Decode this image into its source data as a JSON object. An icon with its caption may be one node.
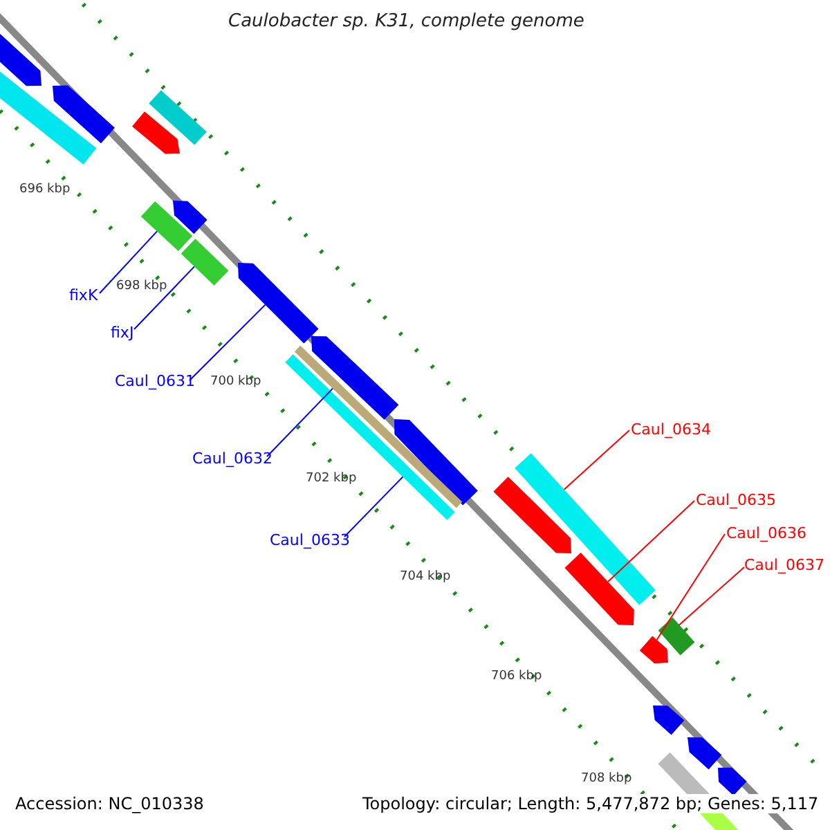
{
  "diagram": {
    "title": "Caulobacter sp. K31, complete genome",
    "nodes": [
      {
        "text": [
          "fixK"
        ]
      },
      {
        "text": [
          "fixJ"
        ]
      },
      {
        "text": [
          "Caul_0631"
        ]
      },
      {
        "text": [
          "Caul_0632"
        ]
      },
      {
        "text": [
          "Caul_0633"
        ]
      },
      {
        "text": [
          "Caul_0634"
        ]
      },
      {
        "text": [
          "Caul_0635"
        ]
      },
      {
        "text": [
          "Caul_0636"
        ]
      },
      {
        "text": [
          "Caul_0637"
        ]
      },
      {
        "text": [],
        "shape": "box"
      },
      {
        "text": [],
        "shape": "box"
      },
      {
        "text": [],
        "shape": "box"
      },
      {
        "text": [],
        "shape": "box"
      },
      {
        "text": [],
        "shape": "box"
      },
      {
        "text": [],
        "shape": "box"
      },
      {
        "text": [],
        "shape": "box"
      },
      {
        "text": [],
        "shape": "box"
      },
      {
        "text": [],
        "shape": "box"
      }
    ],
    "edges": [
      {
        "from": 0,
        "to": 9,
        "arrow": "none"
      },
      {
        "from": 1,
        "to": 10,
        "arrow": "none"
      },
      {
        "from": 2,
        "to": 11,
        "arrow": "none"
      },
      {
        "from": 3,
        "to": 12,
        "arrow": "none"
      },
      {
        "from": 4,
        "to": 13,
        "arrow": "none"
      },
      {
        "from": 5,
        "to": 14,
        "arrow": "none",
        "color": "#ff0000"
      },
      {
        "from": 6,
        "to": 15,
        "arrow": "none",
        "color": "#ff0000"
      },
      {
        "from": 7,
        "to": 16,
        "arrow": "none",
        "color": "#ff0000"
      },
      {
        "from": 8,
        "to": 17,
        "arrow": "none",
        "color": "#ff0000"
      }
    ],
    "labels": [
      "696 kbp",
      "698 kbp",
      "700 kbp",
      "702 kbp",
      "704 kbp",
      "706 kbp",
      "708 kbp",
      "Accession: NC_010338",
      "Topology: circular; Length: 5,477,872 bp; Genes: 5,117"
    ]
  }
}
